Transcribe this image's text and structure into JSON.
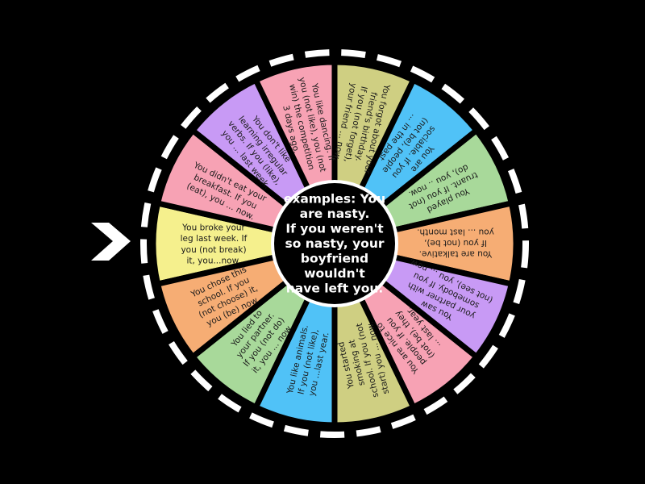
{
  "wheel": {
    "center_text": [
      "examples: You",
      "are nasty.",
      "If you weren't",
      "so nasty, your",
      "boyfriend",
      "wouldn't",
      "have left you."
    ],
    "segments": [
      {
        "color": "#f5f08d",
        "lines": [
          "You broke your",
          "leg last week. If",
          "you (not break)",
          "it, you...now."
        ]
      },
      {
        "color": "#f7a2b4",
        "lines": [
          "You didn't eat your",
          "breakfast. If you",
          "(eat), you ... now."
        ]
      },
      {
        "color": "#c89af5",
        "lines": [
          "You don't like",
          "learning irregular",
          "verbs. If you (like),",
          "you ... last week."
        ]
      },
      {
        "color": "#f7a2b4",
        "lines": [
          "You like dancing. If",
          "you (not like), you (not",
          "win) the competition",
          "3 days ago."
        ]
      },
      {
        "color": "#cfcf82",
        "lines": [
          "You forgot about your",
          "friend's birthday.",
          "If you (not forget),",
          "your friend ... now."
        ]
      },
      {
        "color": "#50c2f7",
        "lines": [
          "You are",
          "sociable. If you",
          "(not be), people",
          "... in the past."
        ]
      },
      {
        "color": "#a8d99a",
        "lines": [
          "You played",
          "truant. If you (not",
          "do), you .. now."
        ]
      },
      {
        "color": "#f6ad74",
        "lines": [
          "You are talkative.",
          "If you (not be),",
          "you ... last month."
        ]
      },
      {
        "color": "#c89af5",
        "lines": [
          "You saw",
          "your partner with",
          "somebody. If you",
          "(not see), you ... now."
        ]
      },
      {
        "color": "#f7a2b4",
        "lines": [
          "You are nice to",
          "people. If you",
          "(not be), they",
          "... last year."
        ]
      },
      {
        "color": "#cfcf82",
        "lines": [
          "You started",
          "smoking at",
          "school. If you (not",
          "start) you ... now."
        ]
      },
      {
        "color": "#50c2f7",
        "lines": [
          "You like animals.",
          "If you (not like),",
          "you ...last year."
        ]
      },
      {
        "color": "#a8d99a",
        "lines": [
          "You lied to",
          "your partner.",
          "If you (not do)",
          "it, you ... now."
        ]
      },
      {
        "color": "#f6ad74",
        "lines": [
          "You chose this",
          "school. If you",
          "(not choose) it,",
          "you (be) now."
        ]
      }
    ],
    "pointer_icon": "chevron-right-icon",
    "ring_color": "#ffffff",
    "hub_color": "#000000"
  }
}
